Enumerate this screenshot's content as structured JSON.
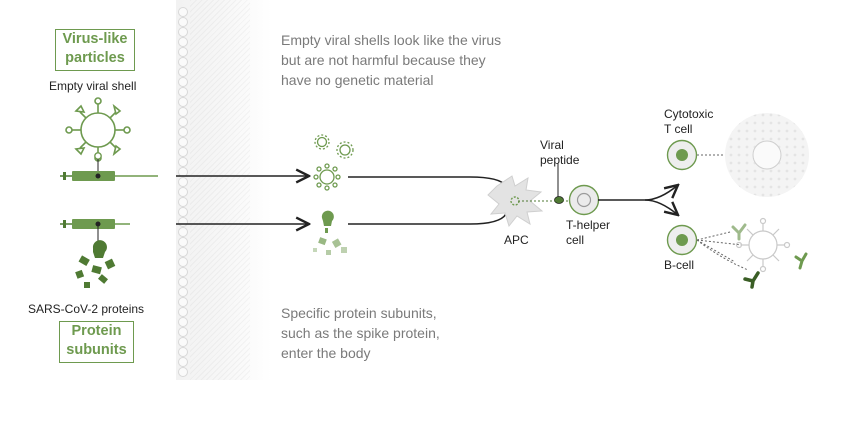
{
  "left_panel": {
    "top_box_line1": "Virus-like",
    "top_box_line2": "particles",
    "top_sub_label": "Empty viral shell",
    "bottom_sub_label": "SARS-CoV-2 proteins",
    "bottom_box_line1": "Protein",
    "bottom_box_line2": "subunits"
  },
  "captions": {
    "top_line1": "Empty viral shells look like the virus",
    "top_line2": "but are not harmful because they",
    "top_line3": "have no genetic material",
    "bottom_line1": "Specific protein subunits,",
    "bottom_line2": "such as the spike protein,",
    "bottom_line3": "enter the body"
  },
  "labels": {
    "viral_peptide_line1": "Viral",
    "viral_peptide_line2": "peptide",
    "apc": "APC",
    "t_helper_line1": "T-helper",
    "t_helper_line2": "cell",
    "cytotoxic_line1": "Cytotoxic",
    "cytotoxic_line2": "T cell",
    "b_cell": "B-cell"
  },
  "colors": {
    "accent_green": "#6e9a4f",
    "dark_green": "#4f7a33",
    "caption_gray": "#7a7a7a",
    "line_dark": "#222222"
  }
}
